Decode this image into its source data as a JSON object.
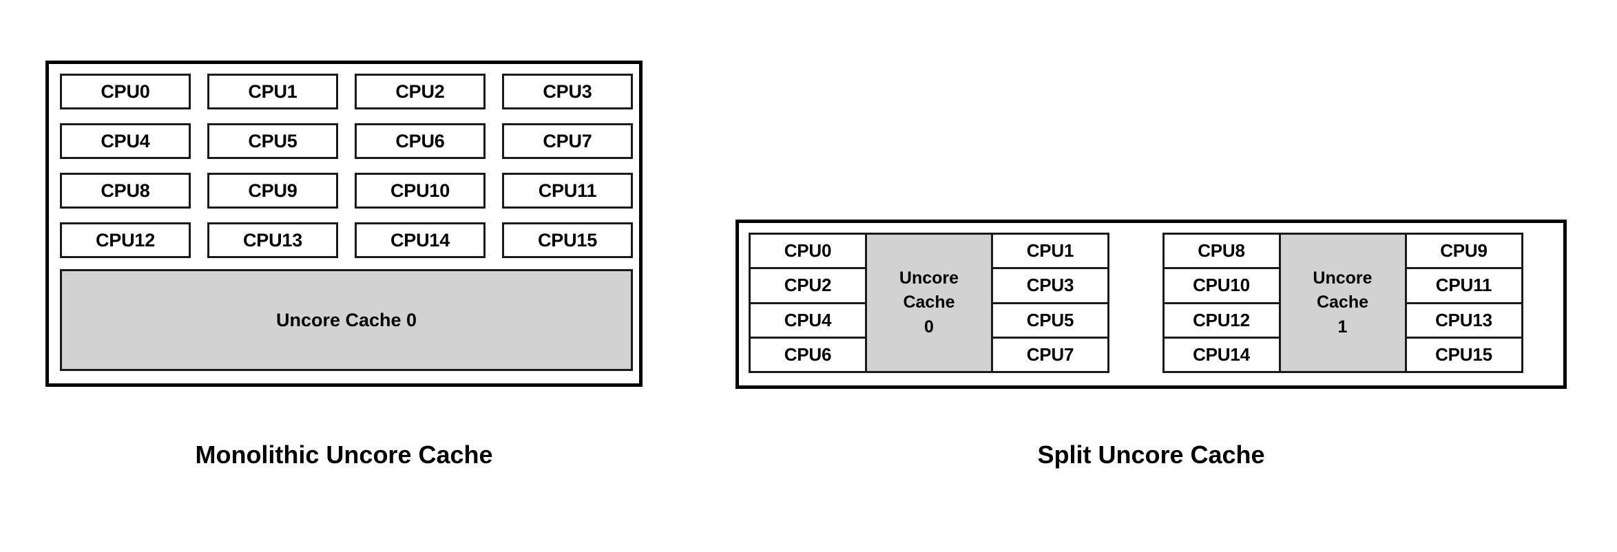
{
  "colors": {
    "cache_fill": "#d2d2d2",
    "border": "#000000",
    "background": "#ffffff",
    "text": "#000000"
  },
  "diagrams": [
    {
      "id": "monolithic",
      "caption": "Monolithic Uncore Cache",
      "cpus": [
        "CPU0",
        "CPU1",
        "CPU2",
        "CPU3",
        "CPU4",
        "CPU5",
        "CPU6",
        "CPU7",
        "CPU8",
        "CPU9",
        "CPU10",
        "CPU11",
        "CPU12",
        "CPU13",
        "CPU14",
        "CPU15"
      ],
      "cache_label": "Uncore Cache 0"
    },
    {
      "id": "split",
      "caption": "Split Uncore Cache",
      "groups": [
        {
          "left_cpus": [
            "CPU0",
            "CPU2",
            "CPU4",
            "CPU6"
          ],
          "cache_label": "Uncore Cache 0",
          "cache_label_lines": [
            "Uncore",
            "Cache",
            "0"
          ],
          "right_cpus": [
            "CPU1",
            "CPU3",
            "CPU5",
            "CPU7"
          ]
        },
        {
          "left_cpus": [
            "CPU8",
            "CPU10",
            "CPU12",
            "CPU14"
          ],
          "cache_label": "Uncore Cache 1",
          "cache_label_lines": [
            "Uncore",
            "Cache",
            "1"
          ],
          "right_cpus": [
            "CPU9",
            "CPU11",
            "CPU13",
            "CPU15"
          ]
        }
      ]
    }
  ]
}
